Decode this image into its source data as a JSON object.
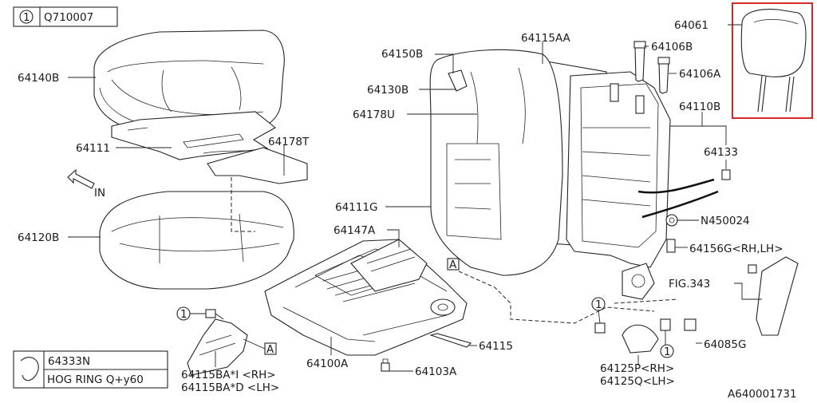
{
  "diagram": {
    "ref_box": {
      "index": "1",
      "code": "Q710007"
    },
    "direction_label": "IN",
    "figure_id": "A640001731",
    "legend": {
      "part_no": "64333N",
      "description": "HOG RING Q+y60"
    },
    "callouts": {
      "c64061": "64061",
      "c64106B": "64106B",
      "c64106A": "64106A",
      "c64110B": "64110B",
      "c64115AA": "64115AA",
      "c64150B": "64150B",
      "c64130B": "64130B",
      "c64178U": "64178U",
      "c64140B": "64140B",
      "c64111": "64111",
      "c64178T": "64178T",
      "c64133": "64133",
      "cN450024": "N450024",
      "c64156G": "64156G<RH,LH>",
      "c64111G": "64111G",
      "c64147A": "64147A",
      "c64120B": "64120B",
      "cFIG343": "FIG.343",
      "c64085G": "64085G",
      "c64115": "64115",
      "c64103A": "64103A",
      "c64100A": "64100A",
      "c64115BA_RH": "64115BA*I <RH>",
      "c64115BA_LH": "64115BA*D <LH>",
      "c64125P": "64125P<RH>",
      "c64125Q": "64125Q<LH>"
    },
    "markers": {
      "circle_one": "1",
      "box_a": "A"
    },
    "highlight_color": "#d62828"
  }
}
